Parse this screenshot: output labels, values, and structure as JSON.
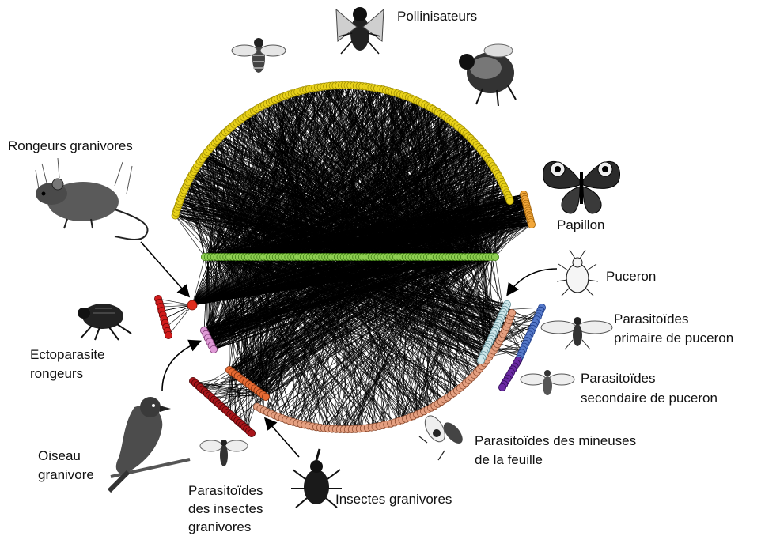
{
  "labels": {
    "pollinisateurs": "Pollinisateurs",
    "rongeurs": "Rongeurs granivores",
    "papillon": "Papillon",
    "puceron": "Puceron",
    "parasitoides_primaire": [
      "Parasitoïdes",
      "primaire de puceron"
    ],
    "parasitoides_secondaire": [
      "Parasitoïdes",
      "secondaire de puceron"
    ],
    "ectoparasite": [
      "Ectoparasite",
      "rongeurs"
    ],
    "parasitoides_mineuses": [
      "Parasitoïdes des mineuses",
      "de la feuille"
    ],
    "oiseau": [
      "Oiseau",
      "granivore"
    ],
    "parasitoides_insectes": [
      "Parasitoïdes",
      "des insectes",
      "granivores"
    ],
    "insectes": "Insectes granivores"
  },
  "groups": [
    {
      "id": "pollinisateurs",
      "color": "#e9d21a",
      "stroke": "#9c8a00"
    },
    {
      "id": "papillon",
      "color": "#f2a73a",
      "stroke": "#a0620a"
    },
    {
      "id": "plantes",
      "color": "#8fcf52",
      "stroke": "#3f7f14"
    },
    {
      "id": "rongeurs",
      "color": "#e02d1d",
      "stroke": "#7a0f06"
    },
    {
      "id": "ectoparasite",
      "color": "#d11b1b",
      "stroke": "#6a0808"
    },
    {
      "id": "oiseau",
      "color": "#df9ad6",
      "stroke": "#7b3a72"
    },
    {
      "id": "parasitoides_insectes",
      "color": "#a8151a",
      "stroke": "#4c0507"
    },
    {
      "id": "insectes",
      "color": "#e66b34",
      "stroke": "#7e2e0c"
    },
    {
      "id": "mineuses",
      "color": "#e5a081",
      "stroke": "#8a4a2e"
    },
    {
      "id": "puceron",
      "color": "#cfe8ec",
      "stroke": "#5e8a92"
    },
    {
      "id": "parasitoides_primaire",
      "color": "#5579c9",
      "stroke": "#1d3a86"
    },
    {
      "id": "parasitoides_secondaire",
      "color": "#6b2aa4",
      "stroke": "#2e0b55"
    }
  ]
}
